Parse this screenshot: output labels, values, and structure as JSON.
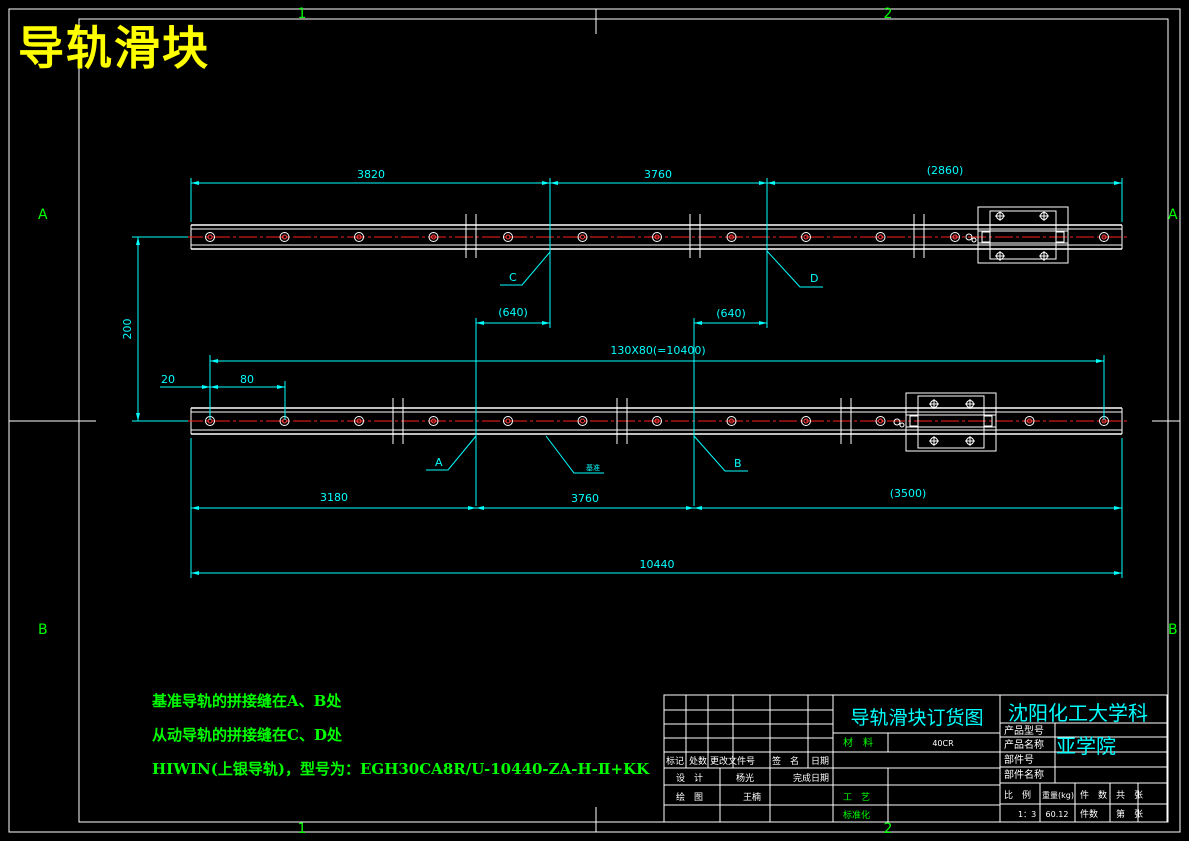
{
  "title": "导轨滑块",
  "frame": {
    "col_labels": [
      "1",
      "2"
    ],
    "row_labels": [
      "A",
      "B"
    ]
  },
  "dims": {
    "top": [
      "3820",
      "3760",
      "(2860)"
    ],
    "mid_left": "(640)",
    "mid_right": "(640)",
    "pitch": "130X80(=10400)",
    "height": "200",
    "edge": "20",
    "hole": "80",
    "bottom": [
      "3180",
      "3760",
      "(3500)"
    ],
    "total": "10440"
  },
  "callouts": {
    "c": "C",
    "d": "D",
    "a": "A",
    "b": "B",
    "datum": "基准"
  },
  "notes": [
    "基准导轨的拼接缝在A、B处",
    "从动导轨的拼接缝在C、D处",
    "HIWIN(上银导轨)，型号为：EGH30CA8R/U-10440-ZA-H-Ⅱ+KK"
  ],
  "title_block": {
    "drawing_name": "导轨滑块订货图",
    "company": "沈阳化工大学科亚学院",
    "material_label": "材　料",
    "material": "40CR",
    "product_model_label": "产品型号",
    "product_name_label": "产品名称",
    "part_no_label": "部件号",
    "part_name_label": "部件名称",
    "rev_headers": [
      "标记",
      "处数",
      "更改文件号",
      "签　名",
      "日期"
    ],
    "design_label": "设　计",
    "designer": "杨光",
    "finish_date_label": "完成日期",
    "drafter_label": "绘　图",
    "drafter": "王楠",
    "process_label": "工　艺",
    "standard_label": "标准化",
    "scale_label": "比　例",
    "weight_label": "重量(kg)",
    "count_label": "件　数",
    "total_sheets_label": "共　张",
    "scale": "1：3",
    "weight": "60.12",
    "piece_label": "件数",
    "sheet_label": "第　张"
  }
}
